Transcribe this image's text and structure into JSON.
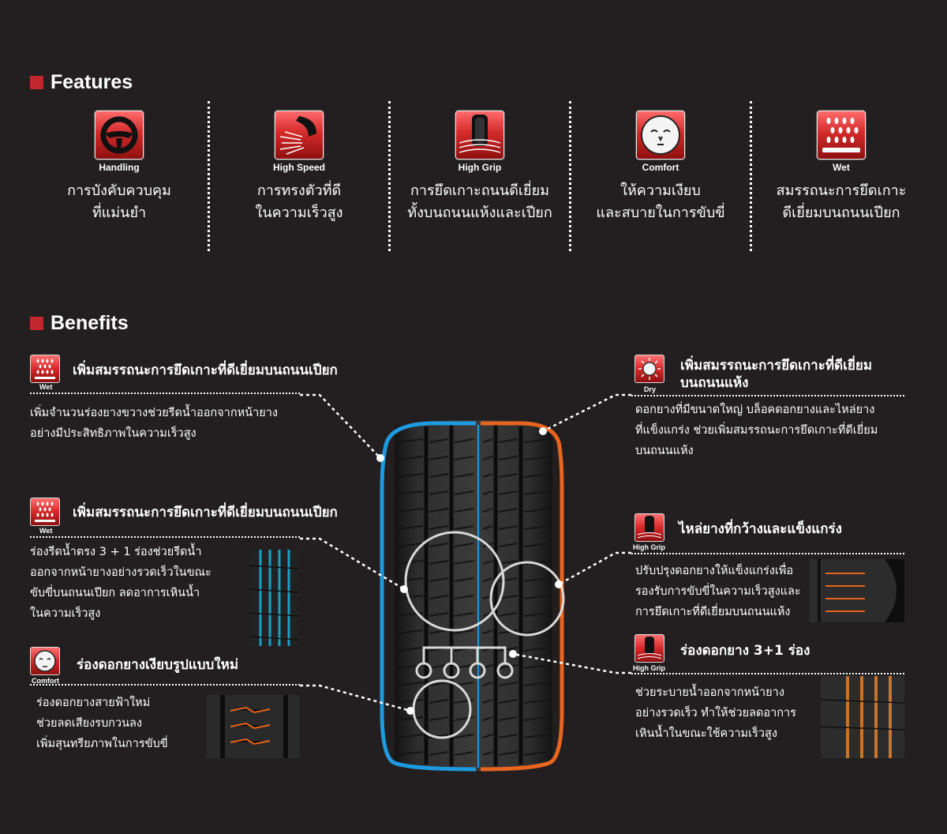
{
  "features_title": "Features",
  "benefits_title": "Benefits",
  "features": [
    {
      "icon": "steering-wheel-icon",
      "caption": "Handling",
      "line1": "การบังคับควบคุม",
      "line2": "ที่แม่นยำ"
    },
    {
      "icon": "high-speed-icon",
      "caption": "High Speed",
      "line1": "การทรงตัวที่ดี",
      "line2": "ในความเร็วสูง"
    },
    {
      "icon": "high-grip-icon",
      "caption": "High Grip",
      "line1": "การยึดเกาะถนนดีเยี่ยม",
      "line2": "ทั้งบนถนนแห้งและเปียก"
    },
    {
      "icon": "comfort-face-icon",
      "caption": "Comfort",
      "line1": "ให้ความเงียบ",
      "line2": "และสบายในการขับขี่"
    },
    {
      "icon": "wet-rain-icon",
      "caption": "Wet",
      "line1": "สมรรถนะการยึดเกาะ",
      "line2": "ดีเยี่ยมบนถนนเปียก"
    }
  ],
  "benefits": {
    "wet_top": {
      "caption": "Wet",
      "title": "เพิ่มสมรรถนะการยึดเกาะที่ดีเยี่ยมบนถนนเปียก",
      "lines": [
        "เพิ่มจำนวนร่องยางขวางช่วยรีดน้ำออกจากหน้ายาง",
        "อย่างมีประสิทธิภาพในความเร็วสูง"
      ]
    },
    "wet_mid": {
      "caption": "Wet",
      "title": "เพิ่มสมรรถนะการยึดเกาะที่ดีเยี่ยมบนถนนเปียก",
      "lines": [
        "ร่องรีดน้ำตรง 3 + 1 ร่องช่วยรีดน้ำ",
        "ออกจากหน้ายางอย่างรวดเร็วในขณะ",
        "ขับขี่บนถนนเปียก ลดอาการเหินน้ำ",
        "ในความเร็วสูง"
      ]
    },
    "comfort": {
      "caption": "Comfort",
      "title": "ร่องดอกยางเงียบรูปแบบใหม่",
      "lines": [
        "ร่องดอกยางสายฟ้าใหม่",
        "ช่วยลดเสียงรบกวนลง",
        "เพิ่มสุนทรียภาพในการขับขี่"
      ]
    },
    "dry": {
      "caption": "Dry",
      "title_line1": "เพิ่มสมรรถนะการยึดเกาะที่ดีเยี่ยม",
      "title_line2": "บนถนนแห้ง",
      "lines": [
        "ดอกยางที่มีขนาดใหญ่ บล็อคดอกยางและไหล่ยาง",
        "ที่แข็งแกร่ง ช่วยเพิ่มสมรรถนะการยึดเกาะที่ดีเยี่ยม",
        "บนถนนแห้ง"
      ]
    },
    "shoulder": {
      "caption": "High Grip",
      "title": "ไหล่ยางที่กว้างและแข็งแกร่ง",
      "lines": [
        "ปรับปรุงดอกยางให้แข็งแกร่งเพื่อ",
        "รองรับการขับขี่ในความเร็วสูงและ",
        "การยึดเกาะที่ดีเยี่ยมบนถนนแห้ง"
      ]
    },
    "grooves": {
      "caption": "High Grip",
      "title": "ร่องดอกยาง 3+1 ร่อง",
      "lines": [
        "ช่วยระบายน้ำออกจากหน้ายาง",
        "อย่างรวดเร็ว ทำให้ช่วยลดอาการ",
        "เหินน้ำในขณะใช้ความเร็วสูง"
      ]
    }
  },
  "colors": {
    "accent": "#c1272d",
    "blue_outline": "#1e9be0",
    "orange_outline": "#e8651f",
    "background": "#231f20"
  }
}
